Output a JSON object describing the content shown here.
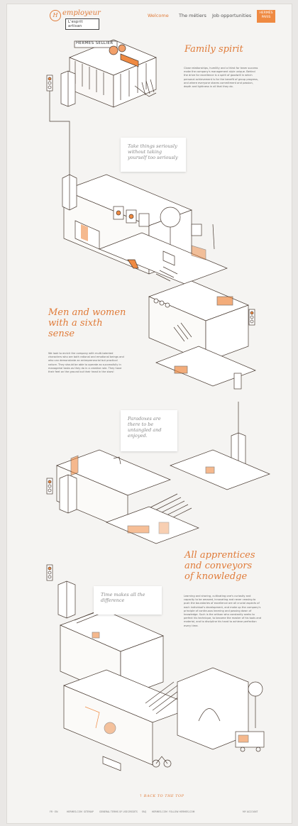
{
  "header": {
    "logo_initial": "H",
    "logo_word": "employeur",
    "logo_tag": "L'esprit artisan",
    "nav": [
      {
        "label": "Welcome",
        "active": true
      },
      {
        "label": "The métiers",
        "active": false
      },
      {
        "label": "Job opportunities",
        "active": false
      }
    ],
    "brand_line1": "HERMÈS",
    "brand_line2": "PARIS"
  },
  "sign": {
    "text": "HERMES SELLIER"
  },
  "sections": [
    {
      "title": "Family spirit",
      "text": "Close relationships, humility and a thirst for team success make the company's management style unique. Behind the drive for excellence is a spirit of goodwill in which personal achievement is for the benefit of group progress, and where everyone shares commitment and passion, depth and lightness in all that they do."
    },
    {
      "title": "Men and women with a sixth sense",
      "text": "We look to enrich the company with multi-talented characters who are both rational and emotional beings and who can demonstrate an entrepreneurial but practical nature. They should be able to operate as successfully in managerial tasks as they do in a creative role. They have their feet on the ground but their head in the stars!"
    },
    {
      "title": "All apprentices and conveyors of knowledge",
      "text": "Learning and sharing, cultivating one's curiosity and capacity to be amazed, innovating and never ceasing to push the boundaries of excellence are all crucial aspects of each individual's development, and make up the company's principle of continuous learning and passing down of knowledge. Such is the artisan who constantly seeks to perfect his technique, to become the master of his tools and material, and to discipline his hand to achieve perfection every time."
    }
  ],
  "notes": [
    "Take things seriously without taking yourself too seriously",
    "Paradoxes are there to be untangled and enjoyed.",
    "Time makes all the difference"
  ],
  "back_to_top": "BACK TO THE TOP",
  "footer": [
    "FR · EN",
    "HERMES.COM",
    "SITEMAP",
    "GENERAL TERMS OF USE",
    "CREDITS",
    "FAQ",
    "HERMES.COM",
    "FOLLOW HERMES.COM",
    "MY ACCOUNT"
  ],
  "colors": {
    "accent": "#e07b39",
    "line": "#4a3c33",
    "background": "#f5f4f2"
  }
}
